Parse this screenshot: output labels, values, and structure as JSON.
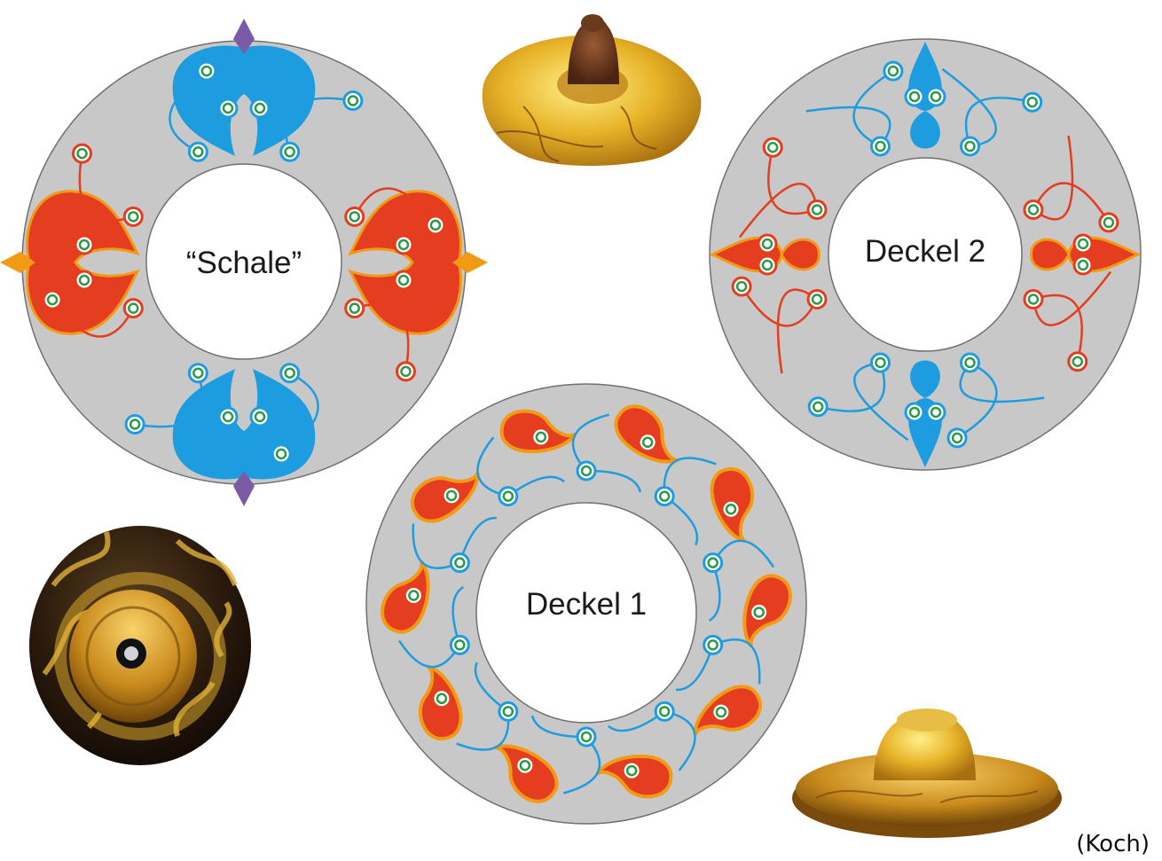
{
  "labels": {
    "schale": "“Schale”",
    "deckel2": "Deckel 2",
    "deckel1": "Deckel 1"
  },
  "credit": "(Koch)",
  "colors": {
    "ring_fill": "#c8c8c8",
    "ring_stroke": "#707070",
    "red": "#e43d1f",
    "orange_edge": "#f39a14",
    "blue": "#1e9ce0",
    "violet": "#7b5aa6",
    "eye_green": "#2a9a48",
    "gold": "#d9a72c",
    "gold_dark": "#7a5210",
    "dark_bowl": "#22160f"
  },
  "photos": [
    {
      "name": "gold-lid-photo-top",
      "desc": ""
    },
    {
      "name": "dark-bowl-photo",
      "desc": ""
    },
    {
      "name": "gold-lid-photo-bottom",
      "desc": ""
    }
  ]
}
